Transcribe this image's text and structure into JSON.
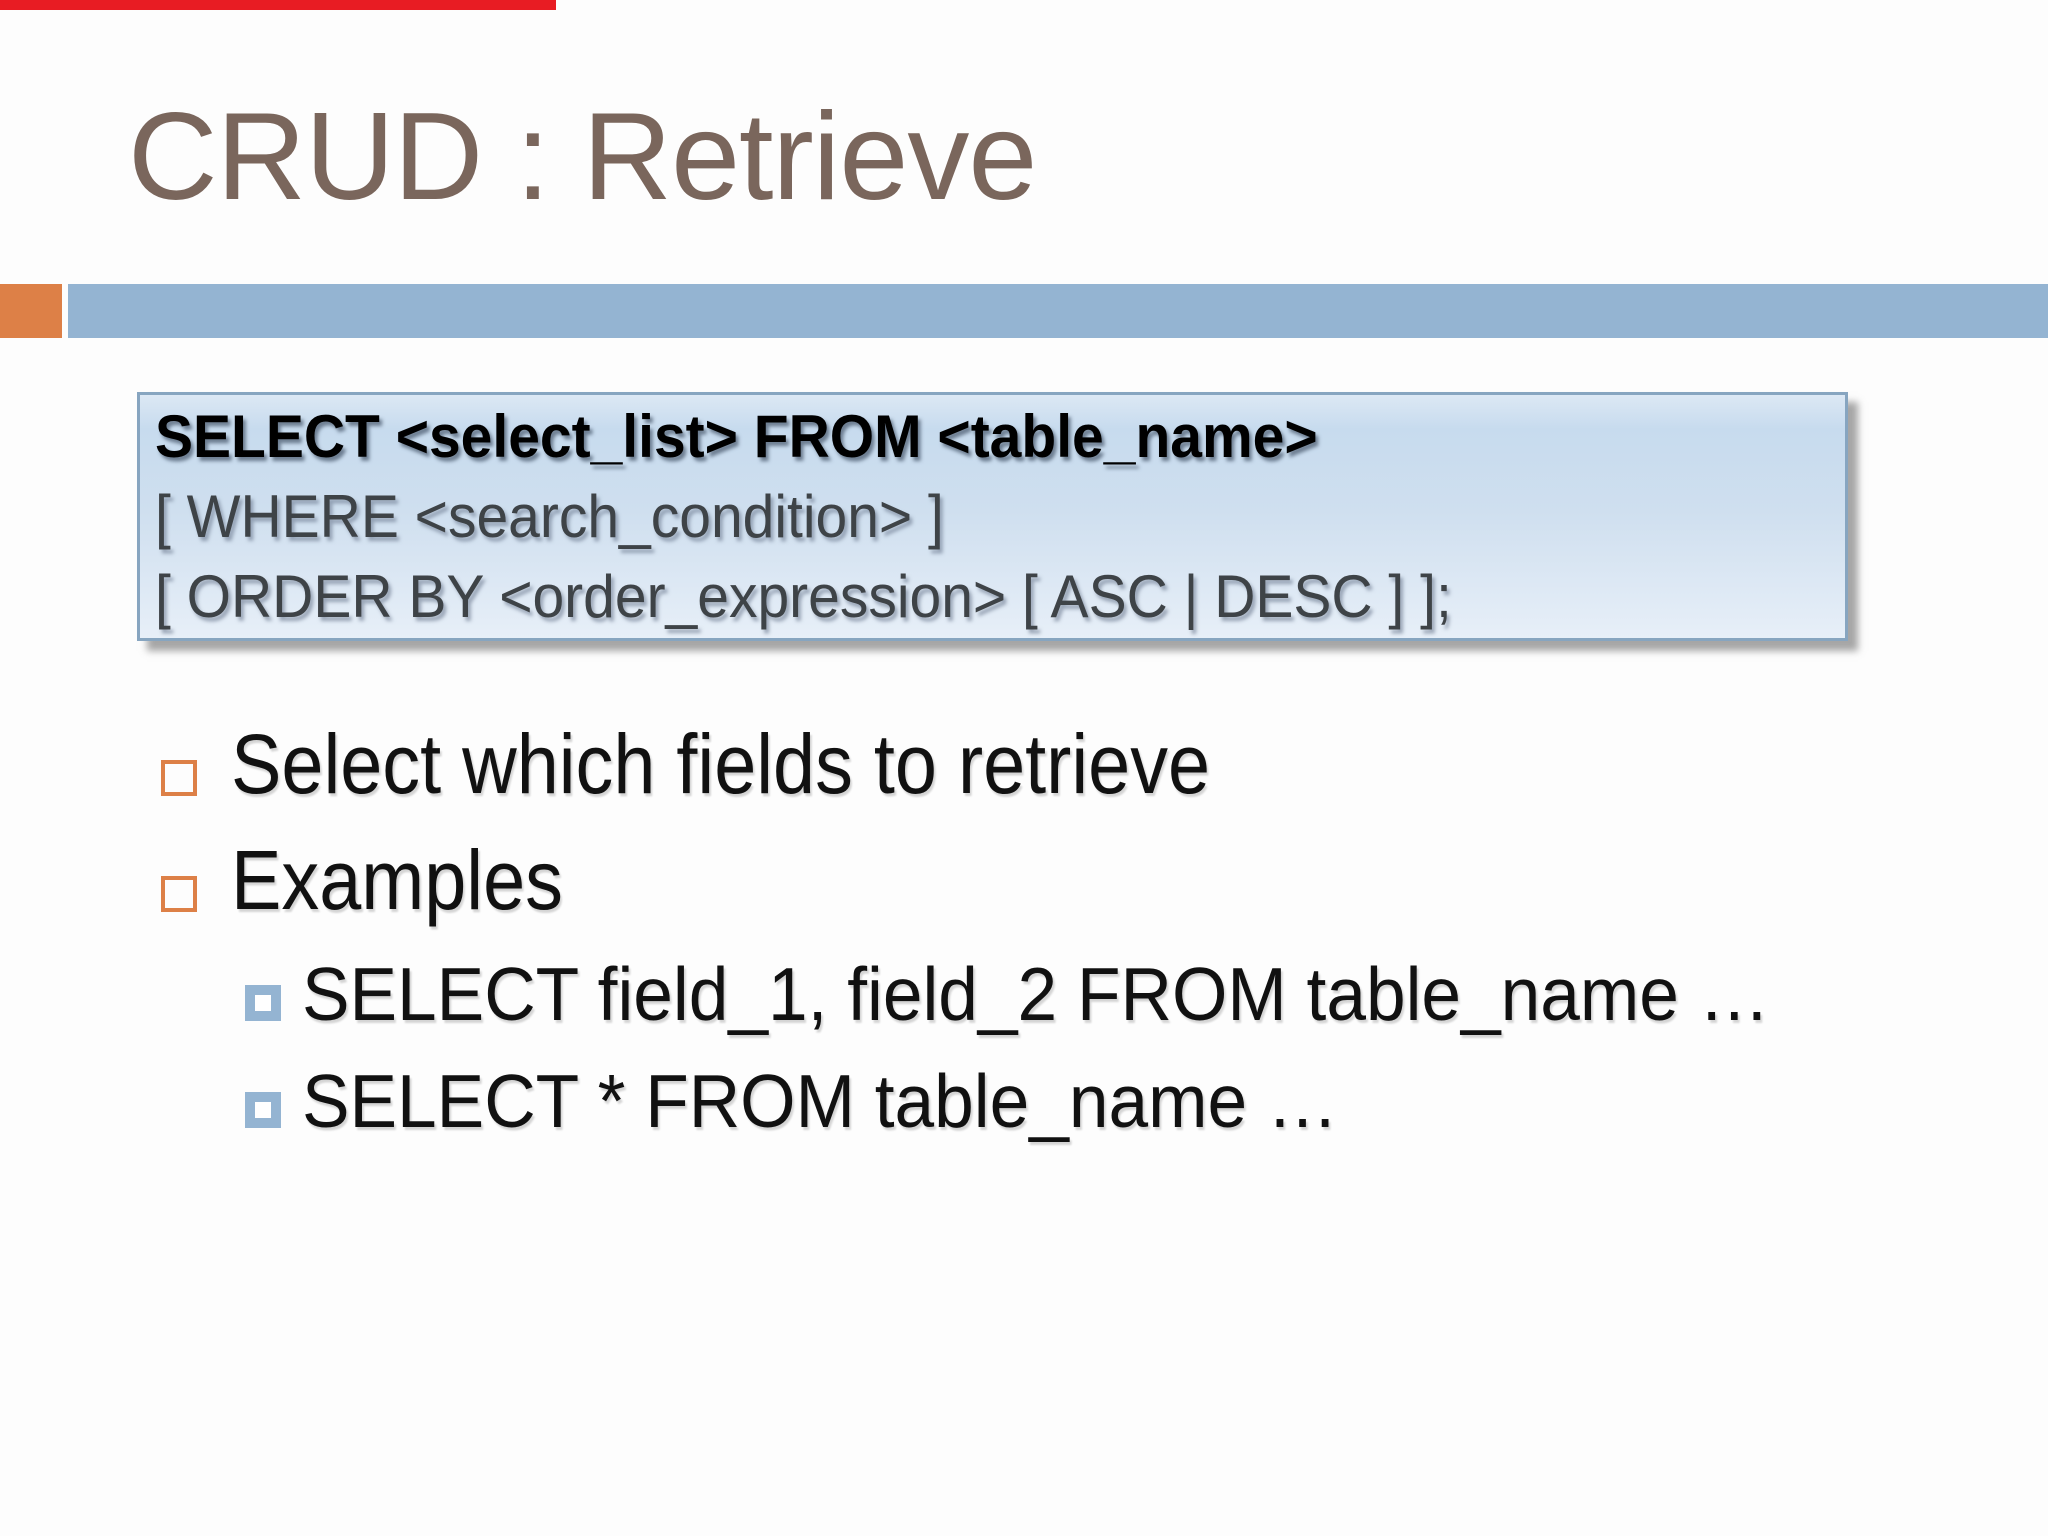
{
  "slide": {
    "title": "CRUD : Retrieve",
    "colors": {
      "title_text": "#7a665c",
      "accent_orange": "#dd8047",
      "accent_blue": "#94b4d2",
      "code_primary_text": "#000000",
      "code_secondary_text": "#3e4347",
      "code_box_border": "#87a5c0",
      "code_box_gradient_top": "#c7dbee",
      "code_box_gradient_bottom": "#e7eff8",
      "top_strip_red": "#e81c23"
    },
    "syntax_box": {
      "lines": [
        "SELECT <select_list> FROM <table_name>",
        "[ WHERE <search_condition> ]",
        "[ ORDER BY <order_expression> [ ASC | DESC ] ];"
      ]
    },
    "bullets": [
      {
        "level": 1,
        "icon": "orange-outline-square-icon",
        "text": "Select which fields to retrieve"
      },
      {
        "level": 1,
        "icon": "orange-outline-square-icon",
        "text": "Examples"
      },
      {
        "level": 2,
        "icon": "blue-filled-square-icon",
        "text": "SELECT field_1, field_2 FROM table_name …"
      },
      {
        "level": 2,
        "icon": "blue-filled-square-icon",
        "text": "SELECT * FROM table_name …"
      }
    ]
  }
}
